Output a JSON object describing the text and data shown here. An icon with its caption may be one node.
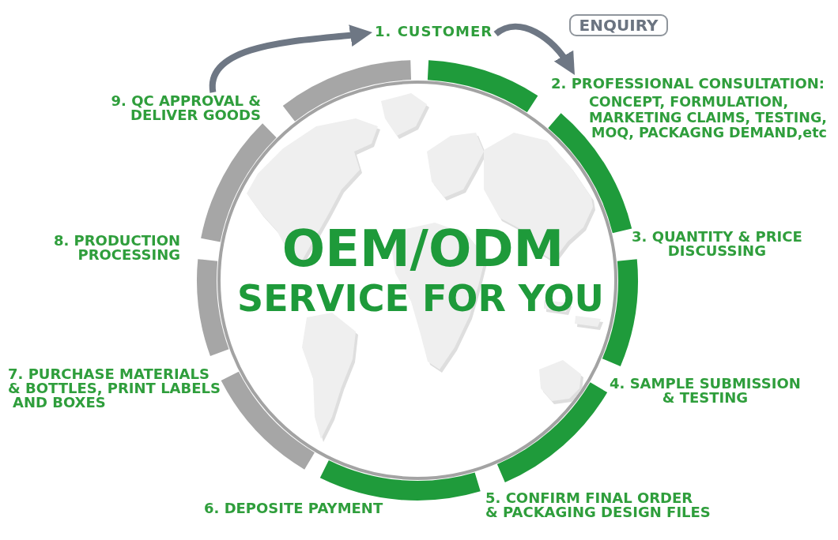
{
  "diagram": {
    "nodes": [
      {
        "text": [
          "1. CUSTOMER"
        ]
      },
      {
        "text": [
          "2. PROFESSIONAL CONSULTATION:",
          "CONCEPT, FORMULATION, MARKETING CLAIMS, TESTING, MOQ, PACKAGNG DEMAND,etc"
        ]
      },
      {
        "text": [
          "3. QUANTITY & PRICE DISCUSSING"
        ]
      },
      {
        "text": [
          "4. SAMPLE SUBMISSION & TESTING"
        ]
      },
      {
        "text": [
          "5. CONFIRM FINAL ORDER & PACKAGING DESIGN FILES"
        ]
      },
      {
        "text": [
          "6. DEPOSITE PAYMENT"
        ]
      },
      {
        "text": [
          "7. PURCHASE MATERIALS & BOTTLES, PRINT LABELS AND BOXES"
        ]
      },
      {
        "text": [
          "8. PRODUCTION PROCESSING"
        ]
      },
      {
        "text": [
          "9. QC APPROVAL & DELIVER GOODS"
        ]
      },
      {
        "text": [
          "ENQUIRY"
        ]
      },
      {
        "text": [
          "OEM/ODM",
          "SERVICE FOR YOU"
        ]
      }
    ],
    "edges": [
      {
        "from": 8,
        "to": 0,
        "arrow": "to"
      },
      {
        "from": 0,
        "to": 1,
        "arrow": "to"
      }
    ]
  }
}
